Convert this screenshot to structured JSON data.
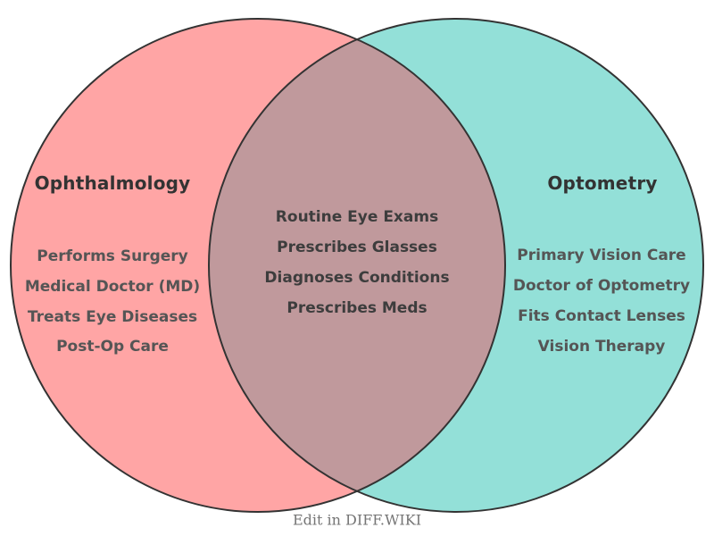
{
  "diagram": {
    "type": "venn",
    "left": {
      "title": "Ophthalmology",
      "fill": "#FFA5A5",
      "items": [
        "Performs Surgery",
        "Medical Doctor (MD)",
        "Treats Eye Diseases",
        "Post-Op Care"
      ]
    },
    "right": {
      "title": "Optometry",
      "fill": "#93E0D8",
      "items": [
        "Primary Vision Care",
        "Doctor of Optometry",
        "Fits Contact Lenses",
        "Vision Therapy"
      ]
    },
    "overlap": {
      "fill": "#C0999C",
      "items": [
        "Routine Eye Exams",
        "Prescribes Glasses",
        "Diagnoses Conditions",
        "Prescribes Meds"
      ]
    },
    "outline_color": "#333333",
    "text_colors": {
      "title": "#333333",
      "side_items": "#555555",
      "overlap_items": "#3d3d3d",
      "footer": "#757575"
    },
    "footer": "Edit in DIFF.WIKI"
  }
}
